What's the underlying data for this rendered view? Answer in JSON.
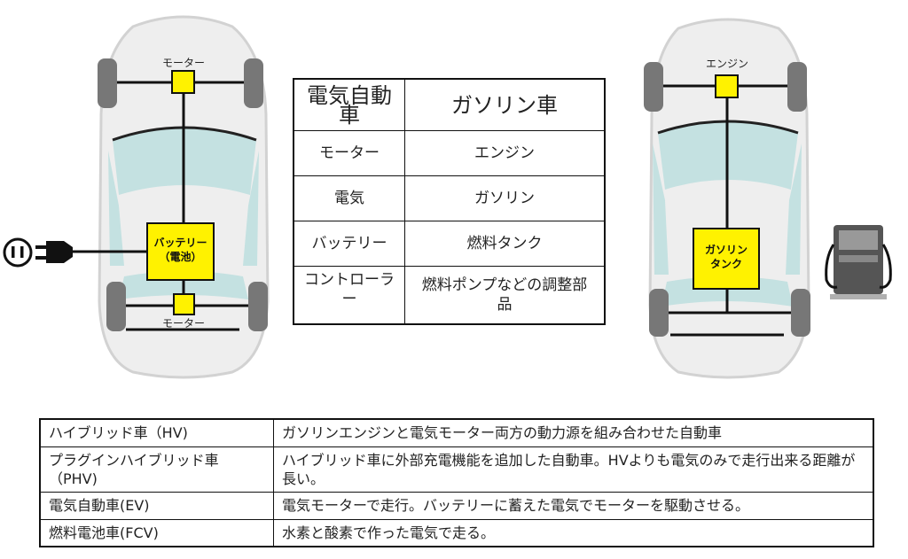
{
  "ev_car": {
    "motor_front_label": "モーター",
    "motor_rear_label": "モーター",
    "battery_label_1": "バッテリー",
    "battery_label_2": "（電池）"
  },
  "gas_car": {
    "engine_label": "エンジン",
    "tank_label_1": "ガソリン",
    "tank_label_2": "タンク"
  },
  "comparison": {
    "headers": [
      "電気自動車",
      "ガソリン車"
    ],
    "rows": [
      [
        "モーター",
        "エンジン"
      ],
      [
        "電気",
        "ガソリン"
      ],
      [
        "バッテリー",
        "燃料タンク"
      ],
      [
        "コントローラー",
        "燃料ポンプなどの調整部品"
      ]
    ]
  },
  "definitions": [
    {
      "term": "ハイブリッド車（HV)",
      "desc": "ガソリンエンジンと電気モーター両方の動力源を組み合わせた自動車"
    },
    {
      "term": "プラグインハイブリッド車（PHV)",
      "desc": "ハイブリッド車に外部充電機能を追加した自動車。HVよりも電気のみで走行出来る距離が長い。"
    },
    {
      "term": "電気自動車(EV)",
      "desc": "電気モーターで走行。バッテリーに蓄えた電気でモーターを駆動させる。"
    },
    {
      "term": "燃料電池車(FCV)",
      "desc": "水素と酸素で作った電気で走る。"
    }
  ],
  "colors": {
    "component_yellow": "#fff200",
    "glass": "#c4e1e1",
    "tire": "#777777",
    "body": "#eeeeee"
  },
  "icons": [
    "power-plug-icon",
    "outlet-icon",
    "fuel-pump-icon"
  ]
}
